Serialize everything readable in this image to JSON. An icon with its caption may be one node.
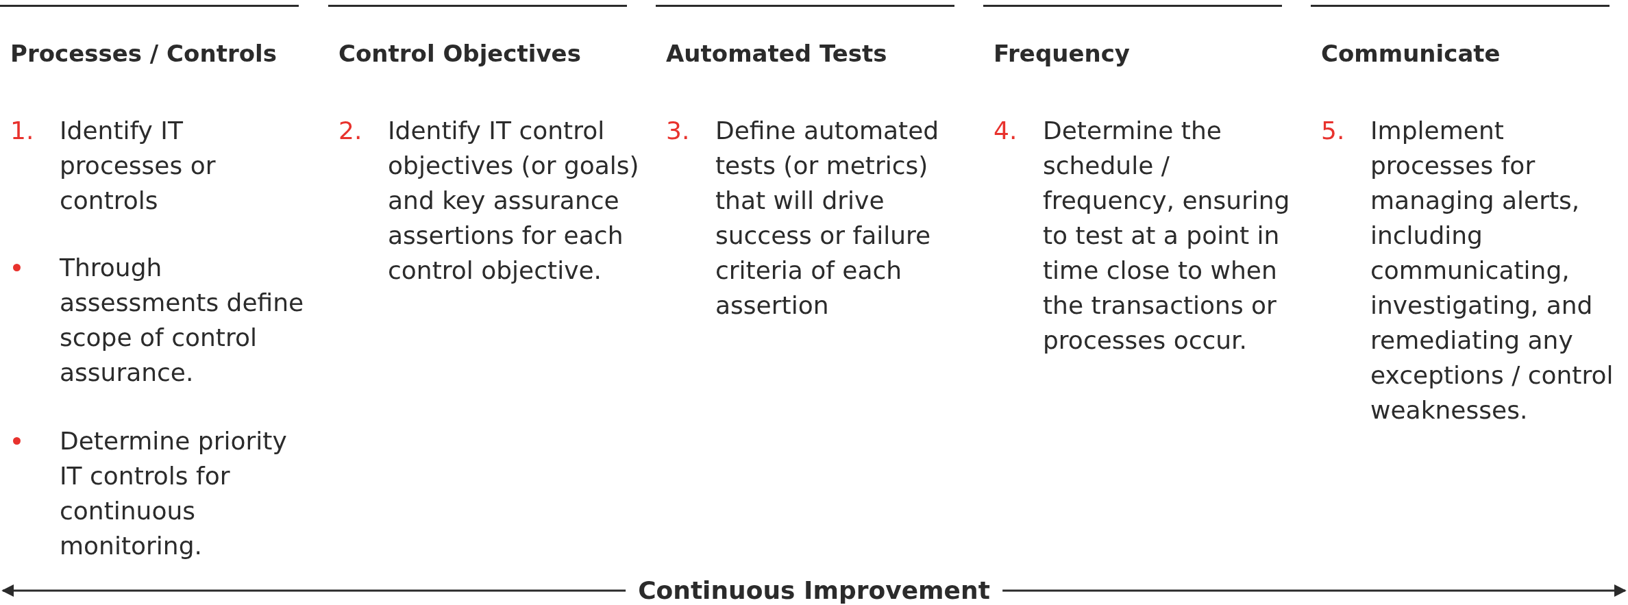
{
  "diagram": {
    "labels": [
      "Processes / Controls",
      "1.",
      "Identify IT processes or controls",
      "Through assessments define scope of control assurance.",
      "Determine priority IT controls for continuous monitoring.",
      "Control Objectives",
      "2.",
      "Identify IT control objectives (or goals) and key assurance assertions for each control objective.",
      "Automated Tests",
      "3.",
      "Define automated tests (or metrics) that will drive success or failure criteria of each assertion",
      "Frequency",
      "4.",
      "Determine the schedule / frequency, ensuring to test at a point in time close to when the transactions or processes occur.",
      "Communicate",
      "5.",
      "Implement processes for managing alerts, including communicating, investigating, and remediating any exceptions / control weaknesses.",
      "Continuous Improvement"
    ]
  }
}
